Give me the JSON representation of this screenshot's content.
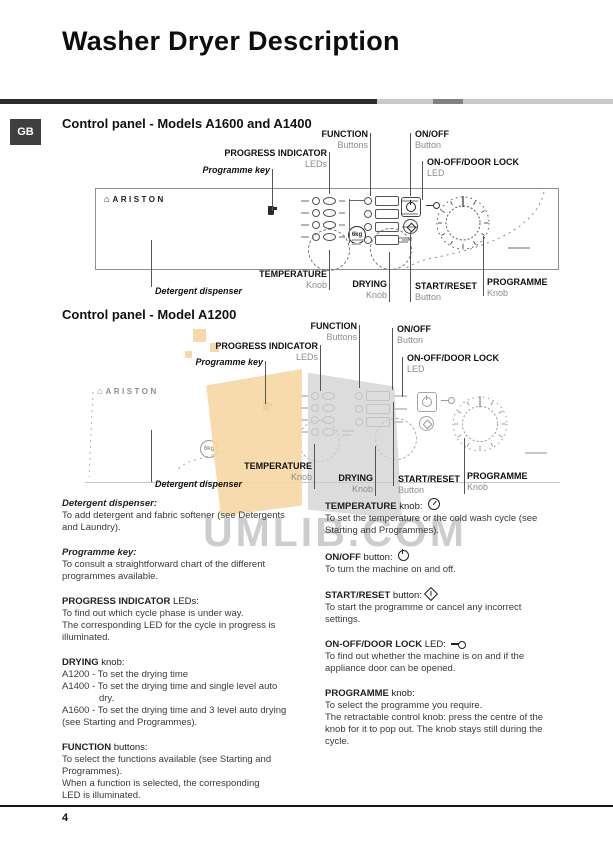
{
  "page": {
    "title": "Washer Dryer Description",
    "lang_badge": "GB",
    "page_number": "4",
    "brand": "ARISTON",
    "capacity": "6kg",
    "watermark_text": "UMLIB.COM",
    "colors": {
      "watermark_orange": "#f6d7a4",
      "watermark_gray": "#cfcfcf",
      "rule_dark": "#2b2b2b",
      "rule_light": "#c9c9c9"
    }
  },
  "sections": {
    "panel_a1600": "Control panel - Models A1600 and A1400",
    "panel_a1200": "Control panel - Model A1200"
  },
  "callouts": {
    "function": {
      "label": "FUNCTION",
      "sub": "Buttons"
    },
    "progress": {
      "label": "PROGRESS INDICATOR",
      "sub": "LEDs"
    },
    "programme_key": {
      "label": "Programme key"
    },
    "onoff": {
      "label": "ON/OFF",
      "sub": "Button"
    },
    "doorlock": {
      "label": "ON-OFF/DOOR LOCK",
      "sub": "LED"
    },
    "temperature": {
      "label": "TEMPERATURE",
      "sub": "Knob"
    },
    "detergent": {
      "label": "Detergent dispenser"
    },
    "drying": {
      "label": "DRYING",
      "sub": "Knob"
    },
    "startreset": {
      "label": "START/RESET",
      "sub": "Button"
    },
    "programme": {
      "label": "PROGRAMME",
      "sub": "Knob"
    }
  },
  "left_column": [
    {
      "head": "Detergent dispenser:",
      "lines": [
        "To add detergent and fabric softener (see Detergents",
        "and Laundry)."
      ]
    },
    {
      "head": "Programme key:",
      "lines": [
        "To consult a straightforward chart of the different",
        "programmes available."
      ]
    },
    {
      "head_bold": "PROGRESS INDICATOR",
      "head_rest": " LEDs:",
      "lines": [
        "To find out which cycle phase is under way.",
        "The corresponding LED for the cycle in progress is",
        "illuminated."
      ]
    },
    {
      "head_bold": "DRYING",
      "head_rest": " knob:",
      "lines": [
        "A1200 - To set the drying time",
        "A1400 - To set the drying time and single level auto",
        "              dry.",
        "A1600 - To set the drying time and 3 level auto drying",
        "(see Starting and Programmes)."
      ]
    },
    {
      "head_bold": "FUNCTION",
      "head_rest": " buttons:",
      "lines": [
        "To select the functions available (see Starting and",
        "Programmes).",
        "When a function is selected, the corresponding",
        "LED is illuminated."
      ]
    }
  ],
  "right_column": [
    {
      "head_bold": "TEMPERATURE",
      "head_rest": " knob:",
      "icon": "thermostat-icon",
      "lines": [
        "To set the temperature or the cold wash cycle (see",
        "Starting and Programmes)."
      ]
    },
    {
      "head_bold": "ON/OFF",
      "head_rest": " button:",
      "icon": "power-icon",
      "lines": [
        "To turn the machine on and off."
      ]
    },
    {
      "head_bold": "START/RESET",
      "head_rest": " button:",
      "icon": "start-reset-icon",
      "lines": [
        "To start the programme or cancel any incorrect",
        "settings."
      ]
    },
    {
      "head_bold": "ON-OFF/DOOR LOCK",
      "head_rest": " LED:",
      "icon": "key-icon",
      "lines": [
        "To find out whether the machine is on and if the",
        "appliance door can be opened."
      ]
    },
    {
      "head_bold": "PROGRAMME",
      "head_rest": " knob:",
      "lines": [
        "To select the programme you require.",
        "The retractable control knob: press the centre of the",
        "knob for it to pop out. The knob stays still during the",
        "cycle."
      ]
    }
  ]
}
